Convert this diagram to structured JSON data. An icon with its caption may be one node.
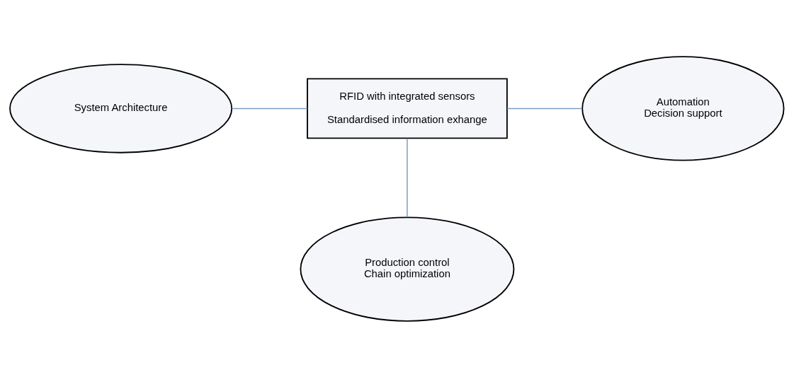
{
  "diagram": {
    "nodes": [
      {
        "text": [
          "System Architecture"
        ]
      },
      {
        "text": [
          "RFID with integrated sensors",
          "Standardised information exhange"
        ]
      },
      {
        "text": [
          "Automation",
          "Decision support"
        ]
      },
      {
        "text": [
          "Production control",
          "Chain optimization"
        ]
      }
    ],
    "edges": [
      {
        "from": 0,
        "to": 1,
        "arrow": "none"
      },
      {
        "from": 1,
        "to": 2,
        "arrow": "none"
      },
      {
        "from": 1,
        "to": 3,
        "arrow": "none"
      }
    ]
  }
}
